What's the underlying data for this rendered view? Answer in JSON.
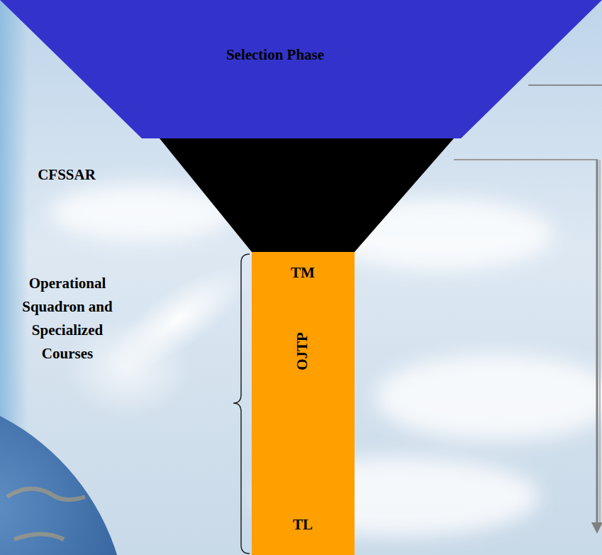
{
  "diagram": {
    "nodes": [
      {
        "text": [
          "Selection Phase"
        ]
      },
      {
        "text": [
          "CFSSAR"
        ]
      },
      {
        "text": [
          "TM",
          "OJTP",
          "TL"
        ]
      }
    ],
    "labels": [
      "Operational Squadron and Specialized Courses"
    ]
  }
}
